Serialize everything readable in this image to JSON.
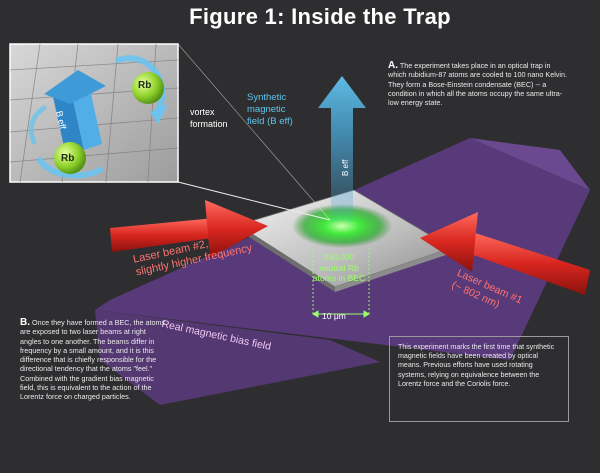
{
  "title": "Figure 1: Inside the Trap",
  "section_a": {
    "tag": "A.",
    "text": "The experiment takes place in an optical trap in which rubidium-87 atoms are cooled to 100 nano Kelvin. They form a Bose-Einstein condensate (BEC) -- a condition in which all the atoms occupy the same ultra-low energy state."
  },
  "section_b": {
    "tag": "B.",
    "text": "Once they have formed a BEC, the atoms are exposed to two laser beams at right angles to one another. The beams differ in frequency by a small amount, and it is this difference that is chiefly responsible for the directional tendency that the atoms \"feel.\" Combined with the gradient bias magnetic field, this is equivalent to the action of the Lorentz force on charged particles."
  },
  "note_box": "This experiment marks the first time that synthetic magnetic fields have been created by optical means. Previous efforts have used rotating systems, relying on equivalence between the Lorentz force and the Coriolis force.",
  "labels": {
    "synthetic_field_line1": "Synthetic",
    "synthetic_field_line2": "magnetic",
    "synthetic_field_line3": "field (B eff)",
    "vortex_line1": "vortex",
    "vortex_line2": "formation",
    "laser2_line1": "Laser beam #2,",
    "laser2_line2": "slightly higher frequency",
    "laser1_line1": "Laser beam #1",
    "laser1_line2": "(~ 802 nm)",
    "real_field": "Real magnetic bias field",
    "atoms_line1": "250,000",
    "atoms_line2": "neutral Rb",
    "atoms_line3": "atoms in BEC",
    "scale": "10 μm",
    "b_eff_arrow": "B eff",
    "inset_rb_top": "Rb",
    "inset_rb_bottom": "Rb",
    "inset_b_eff": "B eff"
  },
  "colors": {
    "background": "#2e2e30",
    "laser_red": "#e0302a",
    "bias_field_purple": "#5b3a7e",
    "synthetic_arrow_blue": "#4aa8d8",
    "bec_green": "#38e03a",
    "label_pink": "#ff7470",
    "label_cyan": "#5fc6ee"
  }
}
